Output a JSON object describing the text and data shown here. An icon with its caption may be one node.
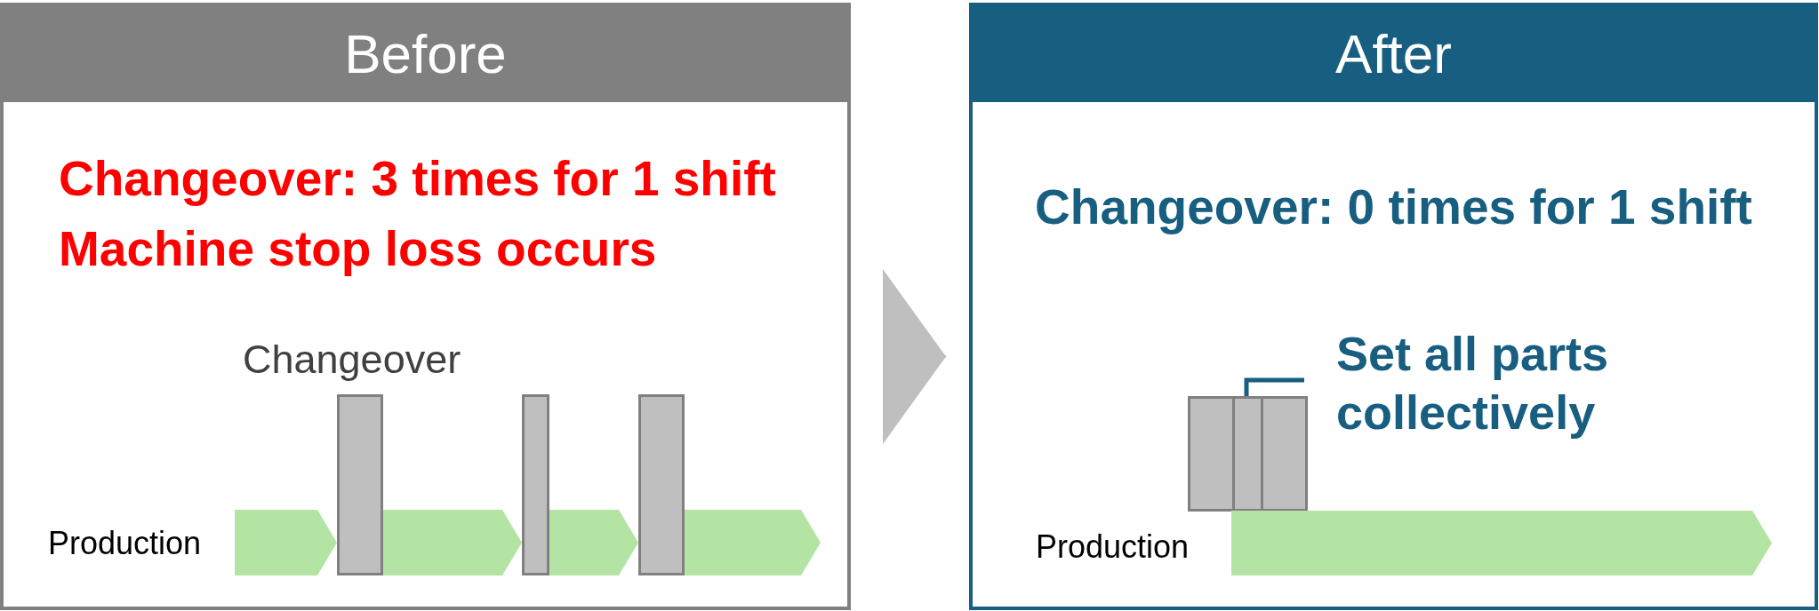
{
  "diagram": {
    "nodes": [
      {
        "text": [
          "Before",
          "Changeover: 3 times for 1 shift",
          "Machine stop loss occurs"
        ]
      },
      {
        "text": [],
        "shape": "bar",
        "in": 0
      },
      {
        "text": [],
        "shape": "bar",
        "in": 0
      },
      {
        "text": [],
        "shape": "bar",
        "in": 0
      },
      {
        "text": [],
        "shape": "chevron",
        "in": 0
      },
      {
        "text": [
          "After",
          "Changeover: 0 times for 1 shift"
        ]
      },
      {
        "text": [
          "Set all parts collectively"
        ],
        "in": 5
      },
      {
        "text": [],
        "shape": "bar",
        "in": 5
      },
      {
        "text": [],
        "shape": "bar",
        "in": 5
      },
      {
        "text": [],
        "shape": "bar",
        "in": 5
      },
      {
        "text": [],
        "shape": "chevron",
        "in": 5
      }
    ],
    "edges": [
      {
        "from": null,
        "to": 1,
        "arrow": "to"
      },
      {
        "from": 1,
        "to": 2,
        "arrow": "to"
      },
      {
        "from": 2,
        "to": 3,
        "arrow": "to"
      },
      {
        "from": 0,
        "to": 5,
        "arrow": "to",
        "color": "#bfbfbf"
      },
      {
        "from": 6,
        "to": 8,
        "arrow": "none",
        "color": "#175e80"
      }
    ],
    "labels": [
      "Changeover",
      "Production",
      "Production"
    ]
  }
}
